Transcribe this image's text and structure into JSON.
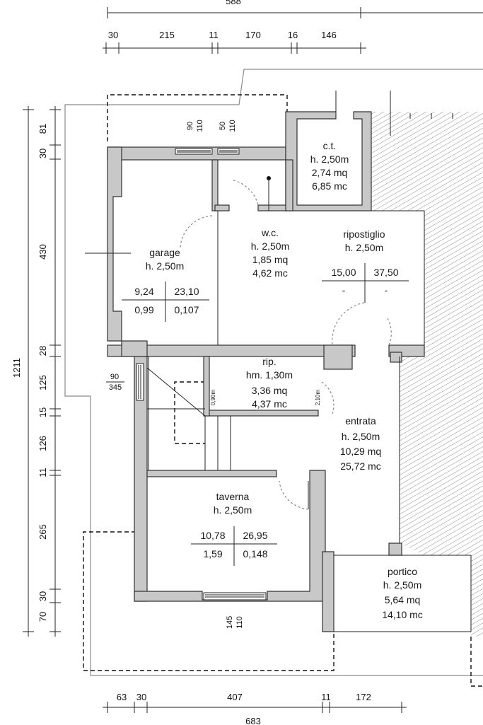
{
  "top_dims": {
    "overall": "588",
    "segments": [
      "30",
      "215",
      "11",
      "170",
      "16",
      "146"
    ]
  },
  "bottom_dims": {
    "overall": "683",
    "segments": [
      "63",
      "30",
      "407",
      "11",
      "172"
    ]
  },
  "left_dims": {
    "overall": "1211",
    "segments": [
      "81",
      "30",
      "430",
      "28",
      "125",
      "15",
      "126",
      "11",
      "265",
      "30",
      "70"
    ]
  },
  "openings": {
    "garage_window": [
      "90",
      "110"
    ],
    "wc_window": [
      "50",
      "110"
    ],
    "side_window": [
      "90",
      "345"
    ],
    "taverna_window": [
      "145",
      "110"
    ],
    "rip_small_a": "0,90m",
    "rip_small_b": "2,10m"
  },
  "rooms": {
    "ct": {
      "name": "c.t.",
      "height": "h. 2,50m",
      "area": "2,74 mq",
      "volume": "6,85 mc"
    },
    "wc": {
      "name": "w.c.",
      "height": "h. 2,50m",
      "area": "1,85 mq",
      "volume": "4,62 mc"
    },
    "ripostiglio": {
      "name": "ripostiglio",
      "height": "h. 2,50m",
      "table": {
        "tl": "15,00",
        "tr": "37,50",
        "bl": "-",
        "br": "-"
      }
    },
    "garage": {
      "name": "garage",
      "height": "h. 2,50m",
      "table": {
        "tl": "9,24",
        "tr": "23,10",
        "bl": "0,99",
        "br": "0,107"
      }
    },
    "rip": {
      "name": "rip.",
      "height": "hm. 1,30m",
      "area": "3,36 mq",
      "volume": "4,37 mc"
    },
    "entrata": {
      "name": "entrata",
      "height": "h. 2,50m",
      "area": "10,29 mq",
      "volume": "25,72 mc"
    },
    "taverna": {
      "name": "taverna",
      "height": "h. 2,50m",
      "table": {
        "tl": "10,78",
        "tr": "26,95",
        "bl": "1,59",
        "br": "0,148"
      }
    },
    "portico": {
      "name": "portico",
      "height": "h. 2,50m",
      "area": "5,64 mq",
      "volume": "14,10 mc"
    }
  }
}
